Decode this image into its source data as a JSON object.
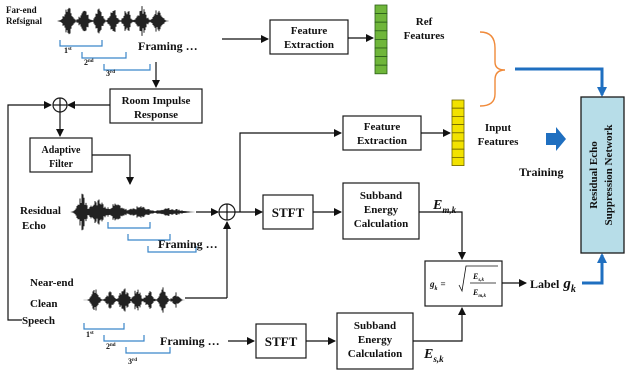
{
  "signals": {
    "far_end_l1": "Far-end",
    "far_end_l2": "Refsignal",
    "residual_l1": "Residual",
    "residual_l2": "Echo",
    "near_end": "Near-end",
    "clean_l1": "Clean",
    "clean_l2": "Speech"
  },
  "framing": {
    "label": "Framing …",
    "ord_1": "1",
    "ord_2": "2",
    "ord_3": "3",
    "sup_1": "st",
    "sup_2": "nd",
    "sup_3": "rd"
  },
  "blocks": {
    "feature_extraction_l1": "Feature",
    "feature_extraction_l2": "Extraction",
    "rir_l1": "Room Impulse",
    "rir_l2": "Response",
    "adaptive_l1": "Adaptive",
    "adaptive_l2": "Filter",
    "stft": "STFT",
    "subband_l1": "Subband",
    "subband_l2": "Energy",
    "subband_l3": "Calculation",
    "network_l1": "Residual Echo",
    "network_l2": "Suppression Network"
  },
  "features": {
    "ref_l1": "Ref",
    "ref_l2": "Features",
    "input_l1": "Input",
    "input_l2": "Features"
  },
  "labels": {
    "training": "Training",
    "label_word": "Label",
    "gk": "g",
    "gk_sub": "k",
    "em": "E",
    "em_sub": "m,k",
    "es": "E",
    "es_sub": "s,k"
  },
  "formula": {
    "lhs": "g",
    "lhs_sub": "k",
    "eq": "=",
    "num": "E",
    "num_sub": "s,k",
    "den": "E",
    "den_sub": "m,k"
  },
  "colors": {
    "network_fill": "#b7dde8",
    "arrow_blue": "#1f6fc0",
    "feature_green": "#6fb63a",
    "feature_yellow": "#f2e200",
    "brace_orange": "#f08a3a",
    "frame_tick_blue": "#3b86c9"
  }
}
